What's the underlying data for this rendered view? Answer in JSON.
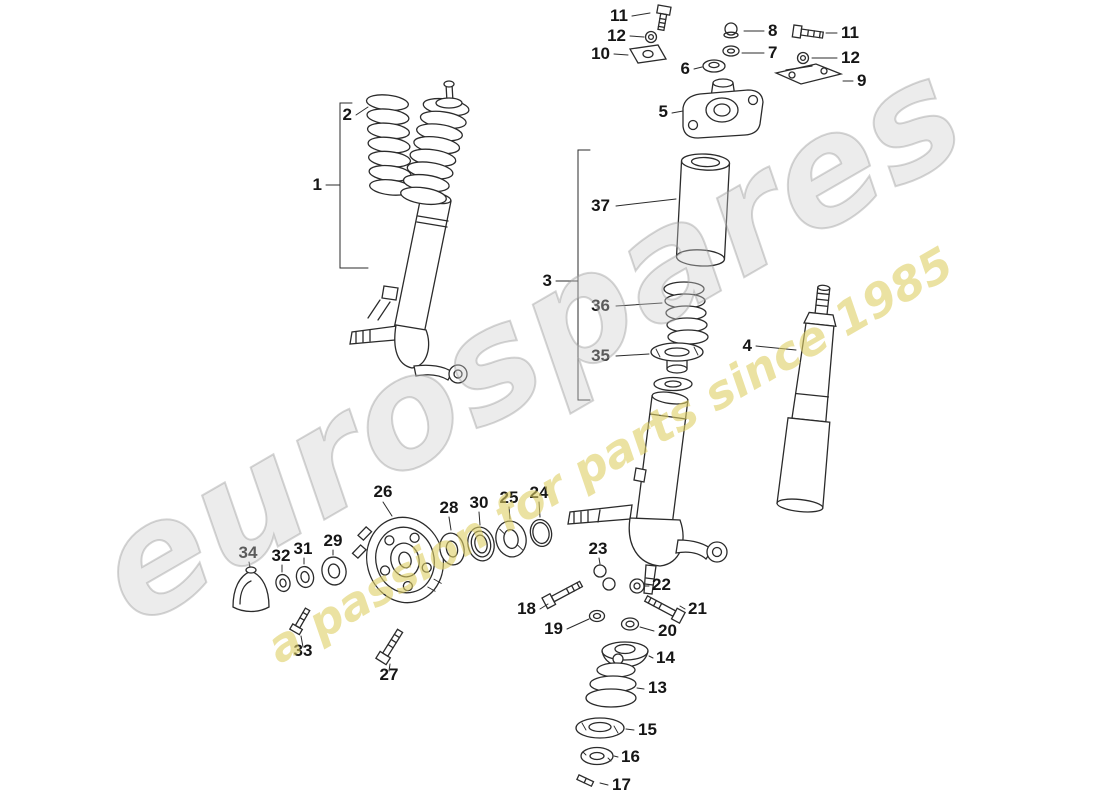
{
  "watermark": {
    "main": "eurospares",
    "tagline": "a passion for parts since 1985"
  },
  "colors": {
    "watermark_main": "#cdcdcd",
    "watermark_tagline": "#decd64",
    "line_art": "#2b2b2b"
  },
  "labels": {
    "p1": "1",
    "p2": "2",
    "p3": "3",
    "p4": "4",
    "p5": "5",
    "p6": "6",
    "p7": "7",
    "p8": "8",
    "p9": "9",
    "p10": "10",
    "p11a": "11",
    "p11b": "11",
    "p12a": "12",
    "p12b": "12",
    "p13": "13",
    "p14": "14",
    "p15": "15",
    "p16": "16",
    "p17": "17",
    "p18": "18",
    "p19": "19",
    "p20": "20",
    "p21": "21",
    "p22": "22",
    "p23": "23",
    "p24": "24",
    "p25": "25",
    "p26": "26",
    "p27": "27",
    "p28": "28",
    "p29": "29",
    "p30": "30",
    "p31": "31",
    "p32": "32",
    "p33": "33",
    "p34": "34",
    "p35": "35",
    "p36": "36",
    "p37": "37"
  }
}
